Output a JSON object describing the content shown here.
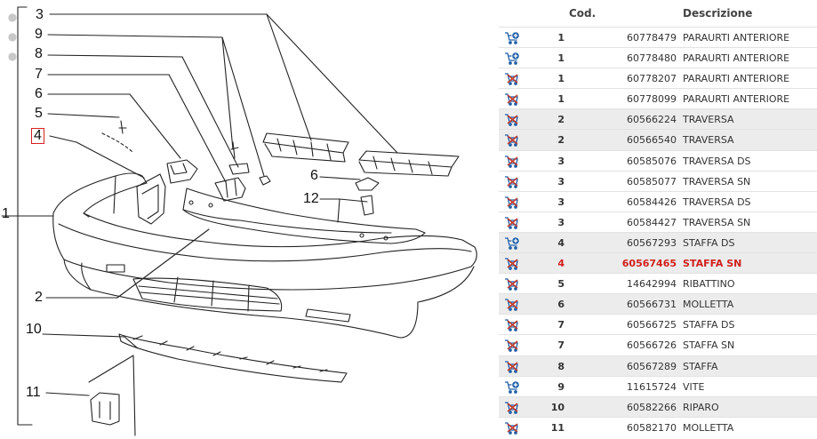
{
  "diagram": {
    "callouts": [
      "3",
      "9",
      "8",
      "7",
      "6",
      "5",
      "4",
      "1",
      "6",
      "12",
      "2",
      "10",
      "11"
    ],
    "selected_callout": "4",
    "tools": [
      "zoom-in-icon",
      "zoom-out-icon",
      "zoom-reset-icon"
    ]
  },
  "table": {
    "headers": {
      "code": "Cod.",
      "desc": "Descrizione"
    },
    "rows": [
      {
        "qty": "1",
        "code": "60778479",
        "desc": "PARAURTI ANTERIORE",
        "cart": "cart-add-icon",
        "alt": false,
        "selected": false
      },
      {
        "qty": "1",
        "code": "60778480",
        "desc": "PARAURTI ANTERIORE",
        "cart": "cart-add-icon",
        "alt": false,
        "selected": false
      },
      {
        "qty": "1",
        "code": "60778207",
        "desc": "PARAURTI ANTERIORE",
        "cart": "cart-unavailable-icon",
        "alt": false,
        "selected": false
      },
      {
        "qty": "1",
        "code": "60778099",
        "desc": "PARAURTI ANTERIORE",
        "cart": "cart-unavailable-icon",
        "alt": false,
        "selected": false
      },
      {
        "qty": "2",
        "code": "60566224",
        "desc": "TRAVERSA",
        "cart": "cart-unavailable-icon",
        "alt": true,
        "selected": false
      },
      {
        "qty": "2",
        "code": "60566540",
        "desc": "TRAVERSA",
        "cart": "cart-unavailable-icon",
        "alt": true,
        "selected": false
      },
      {
        "qty": "3",
        "code": "60585076",
        "desc": "TRAVERSA DS",
        "cart": "cart-unavailable-icon",
        "alt": false,
        "selected": false
      },
      {
        "qty": "3",
        "code": "60585077",
        "desc": "TRAVERSA SN",
        "cart": "cart-unavailable-icon",
        "alt": false,
        "selected": false
      },
      {
        "qty": "3",
        "code": "60584426",
        "desc": "TRAVERSA DS",
        "cart": "cart-unavailable-icon",
        "alt": false,
        "selected": false
      },
      {
        "qty": "3",
        "code": "60584427",
        "desc": "TRAVERSA SN",
        "cart": "cart-unavailable-icon",
        "alt": false,
        "selected": false
      },
      {
        "qty": "4",
        "code": "60567293",
        "desc": "STAFFA DS",
        "cart": "cart-add-icon",
        "alt": true,
        "selected": false
      },
      {
        "qty": "4",
        "code": "60567465",
        "desc": "STAFFA SN",
        "cart": "cart-unavailable-icon",
        "alt": true,
        "selected": true
      },
      {
        "qty": "5",
        "code": "14642994",
        "desc": "RIBATTINO",
        "cart": "cart-unavailable-icon",
        "alt": false,
        "selected": false
      },
      {
        "qty": "6",
        "code": "60566731",
        "desc": "MOLLETTA",
        "cart": "cart-unavailable-icon",
        "alt": true,
        "selected": false
      },
      {
        "qty": "7",
        "code": "60566725",
        "desc": "STAFFA DS",
        "cart": "cart-unavailable-icon",
        "alt": false,
        "selected": false
      },
      {
        "qty": "7",
        "code": "60566726",
        "desc": "STAFFA SN",
        "cart": "cart-unavailable-icon",
        "alt": false,
        "selected": false
      },
      {
        "qty": "8",
        "code": "60567289",
        "desc": "STAFFA",
        "cart": "cart-unavailable-icon",
        "alt": true,
        "selected": false
      },
      {
        "qty": "9",
        "code": "11615724",
        "desc": "VITE",
        "cart": "cart-add-icon",
        "alt": false,
        "selected": false
      },
      {
        "qty": "10",
        "code": "60582266",
        "desc": "RIPARO",
        "cart": "cart-unavailable-icon",
        "alt": true,
        "selected": false
      },
      {
        "qty": "11",
        "code": "60582170",
        "desc": "MOLLETTA",
        "cart": "cart-unavailable-icon",
        "alt": false,
        "selected": false
      }
    ]
  },
  "colors": {
    "selected": "#d0201e",
    "cart_add": "#1f5fa8",
    "cart_unavailable": "#c0392b",
    "alt_row": "#ececec"
  }
}
